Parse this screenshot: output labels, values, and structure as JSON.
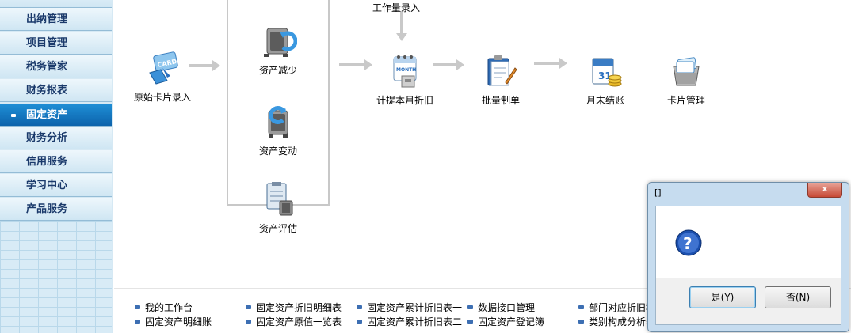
{
  "sidebar": {
    "items": [
      {
        "label": "出纳管理",
        "active": false
      },
      {
        "label": "项目管理",
        "active": false
      },
      {
        "label": "税务管家",
        "active": false
      },
      {
        "label": "财务报表",
        "active": false
      },
      {
        "label": "固定资产",
        "active": true
      },
      {
        "label": "财务分析",
        "active": false
      },
      {
        "label": "信用服务",
        "active": false
      },
      {
        "label": "学习中心",
        "active": false
      },
      {
        "label": "产品服务",
        "active": false
      }
    ]
  },
  "flow": {
    "top_label": "工作量录入",
    "nodes": {
      "original_card": "原始卡片录入",
      "asset_decrease": "资产减少",
      "asset_change": "资产变动",
      "asset_evaluate": "资产评估",
      "depreciation": "计提本月折旧",
      "batch": "批量制单",
      "month_end": "月末结账",
      "card_mgmt": "卡片管理"
    },
    "calendar_text": "MONTH"
  },
  "bottom_links": {
    "col1": [
      "我的工作台",
      "固定资产明细账"
    ],
    "col2": [
      "固定资产折旧明细表",
      "固定资产原值一览表"
    ],
    "col3": [
      "固定资产累计折旧表一",
      "固定资产累计折旧表二"
    ],
    "col4": [
      "数据接口管理",
      "固定资产登记簿"
    ],
    "col5": [
      "部门对应折旧科",
      "类别构成分析表"
    ]
  },
  "dialog": {
    "title": "[]",
    "yes": "是(Y)",
    "no": "否(N)",
    "close": "x"
  },
  "colors": {
    "active_nav": "#0c63ac",
    "dialog_frame": "#c6dcef",
    "link_bullet": "#3d6fb3"
  }
}
